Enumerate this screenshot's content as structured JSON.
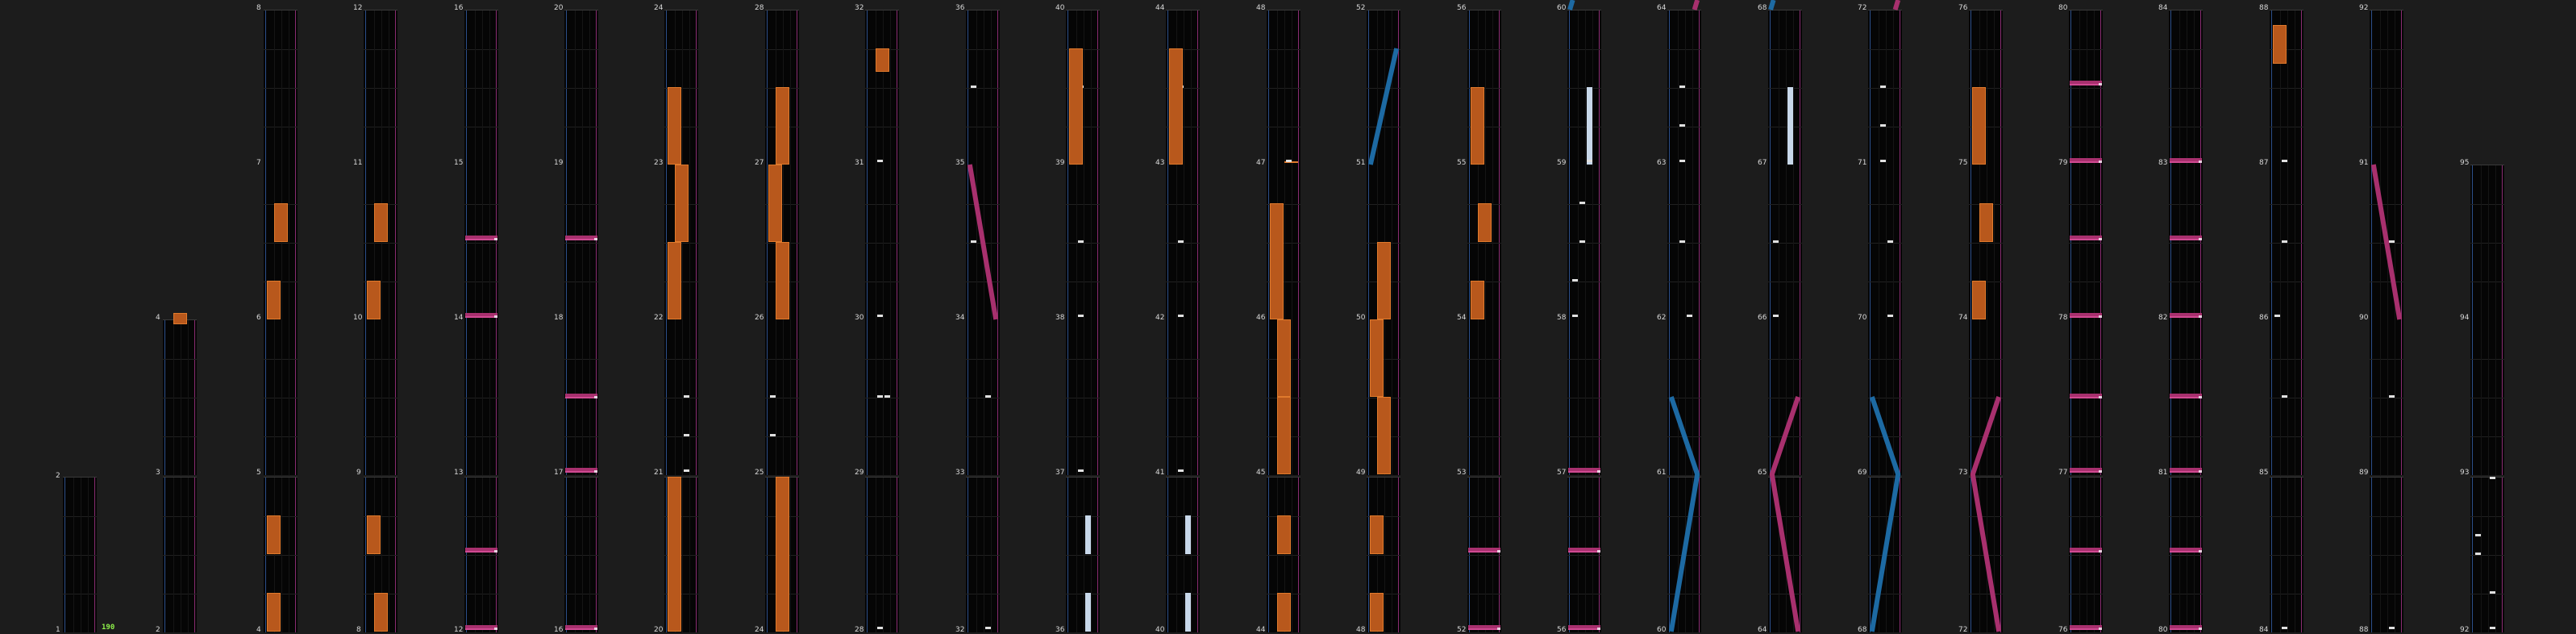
{
  "editor": {
    "title": "Chart editor timeline",
    "bpm_label": "190",
    "colors": {
      "background": "#1c1c1c",
      "lane_left": "#2c4f8a",
      "lane_right": "#8a2c72",
      "hold_note": "#b8581c",
      "fx_chip": "#a8306e",
      "laser_left": "#1d6aa3",
      "laser_right": "#a8306e",
      "bt_note": "#e0e0e0"
    }
  },
  "columns": [
    {
      "index": 0,
      "measures": [
        "1",
        "2"
      ]
    },
    {
      "index": 1,
      "measures": [
        "2",
        "3",
        "4"
      ]
    },
    {
      "index": 2,
      "measures": [
        "4",
        "5",
        "6",
        "7",
        "8"
      ]
    },
    {
      "index": 3,
      "measures": [
        "8",
        "9",
        "10",
        "11",
        "12"
      ]
    },
    {
      "index": 4,
      "measures": [
        "12",
        "13",
        "14",
        "15",
        "16"
      ]
    },
    {
      "index": 5,
      "measures": [
        "16",
        "17",
        "18",
        "19",
        "20"
      ]
    },
    {
      "index": 6,
      "measures": [
        "20",
        "21",
        "22",
        "23",
        "24"
      ]
    },
    {
      "index": 7,
      "measures": [
        "24",
        "25",
        "26",
        "27",
        "28"
      ]
    },
    {
      "index": 8,
      "measures": [
        "28",
        "29",
        "30",
        "31",
        "32"
      ]
    },
    {
      "index": 9,
      "measures": [
        "32",
        "33",
        "34",
        "35",
        "36"
      ]
    },
    {
      "index": 10,
      "measures": [
        "36",
        "37",
        "38",
        "39",
        "40"
      ]
    },
    {
      "index": 11,
      "measures": [
        "40",
        "41",
        "42",
        "43",
        "44"
      ]
    },
    {
      "index": 12,
      "measures": [
        "44",
        "45",
        "46",
        "47",
        "48"
      ]
    },
    {
      "index": 13,
      "measures": [
        "48",
        "49",
        "50",
        "51",
        "52"
      ]
    },
    {
      "index": 14,
      "measures": [
        "52",
        "53",
        "54",
        "55",
        "56"
      ]
    },
    {
      "index": 15,
      "measures": [
        "56",
        "57",
        "58",
        "59",
        "60"
      ]
    },
    {
      "index": 16,
      "measures": [
        "60",
        "61",
        "62",
        "63",
        "64"
      ]
    },
    {
      "index": 17,
      "measures": [
        "64",
        "65",
        "66",
        "67",
        "68"
      ]
    },
    {
      "index": 18,
      "measures": [
        "68",
        "69",
        "70",
        "71",
        "72"
      ]
    },
    {
      "index": 19,
      "measures": [
        "72",
        "73",
        "74",
        "75",
        "76"
      ]
    },
    {
      "index": 20,
      "measures": [
        "76",
        "77",
        "78",
        "79",
        "80"
      ]
    },
    {
      "index": 21,
      "measures": [
        "80",
        "81",
        "82",
        "83",
        "84"
      ]
    },
    {
      "index": 22,
      "measures": [
        "84",
        "85",
        "86",
        "87",
        "88"
      ]
    },
    {
      "index": 23,
      "measures": [
        "88",
        "89",
        "90",
        "91",
        "92"
      ]
    },
    {
      "index": 24,
      "measures": [
        "92",
        "93",
        "94",
        "95"
      ]
    }
  ]
}
